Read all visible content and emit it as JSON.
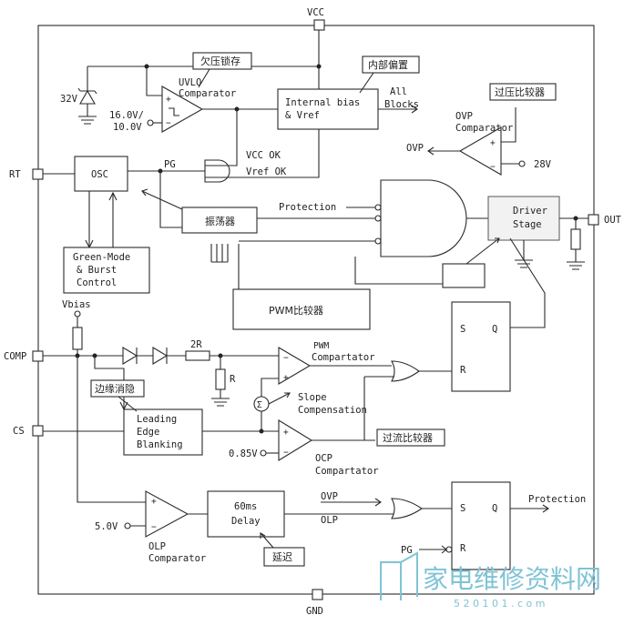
{
  "pins": {
    "vcc": "VCC",
    "rt": "RT",
    "comp": "COMP",
    "cs": "CS",
    "gnd": "GND",
    "out": "OUT"
  },
  "labels": {
    "uvlo_cn": "欠压锁存",
    "uvlo_line1": "UVLO",
    "uvlo_line2": "Comparator",
    "v_zener": "32V",
    "v_uvlo_hi": "16.0V/",
    "v_uvlo_lo": "10.0V",
    "bias_cn": "内部偏置",
    "bias_line1": "Internal bias",
    "bias_line2": "& Vref",
    "all_blocks_1": "All",
    "all_blocks_2": "Blocks",
    "ovp_cn": "过压比较器",
    "ovp_comp_1": "OVP",
    "ovp_comp_2": "Comparator",
    "ovp_out": "OVP",
    "v_ovp": "28V",
    "vcc_ok": "VCC OK",
    "vref_ok": "Vref OK",
    "pg": "PG",
    "osc": "OSC",
    "osc_cn": "振荡器",
    "protection": "Protection",
    "driver_1": "Driver",
    "driver_2": "Stage",
    "green_1": "Green-Mode",
    "green_2": "& Burst",
    "green_3": "Control",
    "pwm_cn": "PWM比较器",
    "vbias": "Vbias",
    "r2": "2R",
    "r1": "R",
    "pwm_comp_1": "PWM",
    "pwm_comp_2": "Compartator",
    "slope_1": "Slope",
    "slope_2": "Compensation",
    "leb_cn": "边缘消隐",
    "leb_1": "Leading",
    "leb_2": "Edge",
    "leb_3": "Blanking",
    "ocp_cn": "过流比较器",
    "v_ocp": "0.85V",
    "ocp_1": "OCP",
    "ocp_2": "Compartator",
    "ff_s": "S",
    "ff_q": "Q",
    "ff_r": "R",
    "delay_1": "60ms",
    "delay_2": "Delay",
    "delay_cn": "延迟",
    "olp_in_ovp": "OVP",
    "olp_in_olp": "OLP",
    "v_olp": "5.0V",
    "olp_1": "OLP",
    "olp_2": "Comparator",
    "protection_out": "Protection",
    "pg2": "PG"
  },
  "watermark": {
    "title": "家电维修资料网",
    "url": "5 2 0 1 0 1 . c o m"
  }
}
